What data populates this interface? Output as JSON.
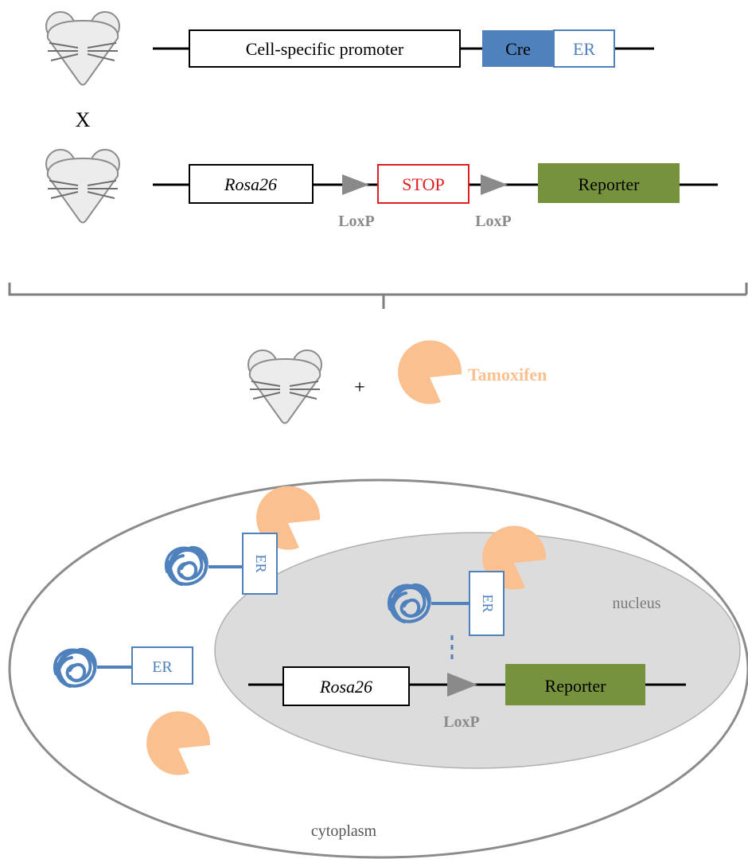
{
  "row1": {
    "promoter_label": "Cell-specific promoter",
    "cre_label": "Cre",
    "er_label": "ER"
  },
  "cross_label": "X",
  "row2": {
    "rosa_label": "Rosa26",
    "stop_label": "STOP",
    "reporter_label": "Reporter",
    "loxp_label_1": "LoxP",
    "loxp_label_2": "LoxP"
  },
  "middle": {
    "plus_label": "+",
    "tamoxifen_label": "Tamoxifen"
  },
  "cell": {
    "er_label_1": "ER",
    "er_label_2": "ER",
    "er_label_3": "ER",
    "nucleus_label": "nucleus",
    "cytoplasm_label": "cytoplasm",
    "rosa_label": "Rosa26",
    "reporter_label": "Reporter",
    "loxp_label": "LoxP"
  },
  "colors": {
    "cre_blue": "#4f81bd",
    "er_text_blue": "#4f81bd",
    "stop_red": "#e02020",
    "reporter_green": "#76923c",
    "tamoxifen_orange": "#fac090",
    "loxp_gray": "#8a8a8a",
    "nucleus_fill": "#dcdcdc",
    "mouse_fill": "#ececec"
  }
}
